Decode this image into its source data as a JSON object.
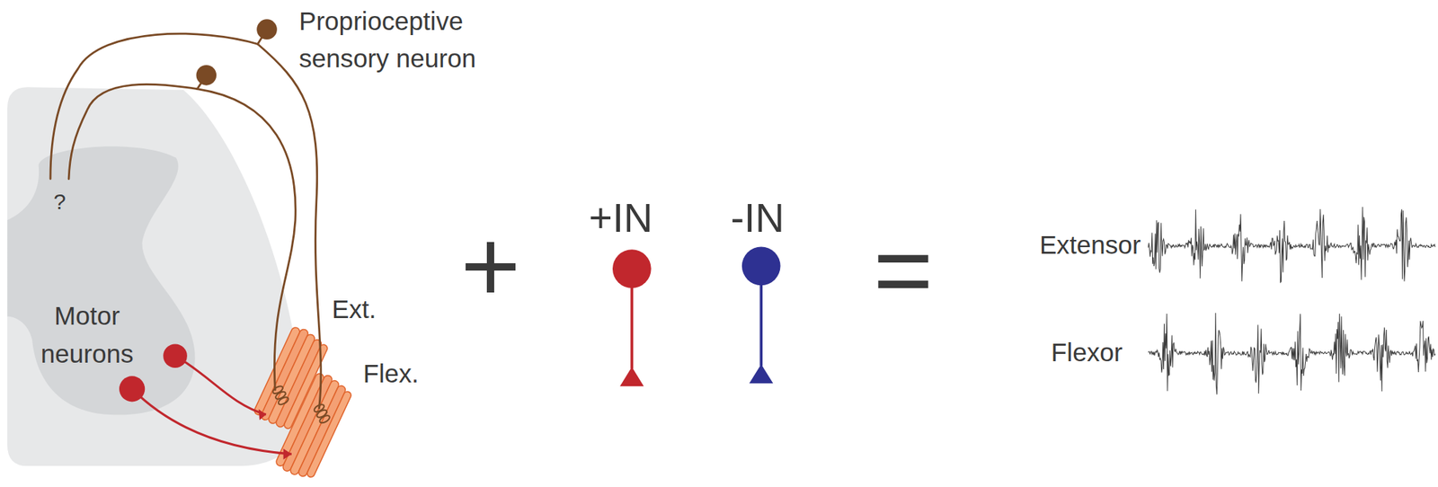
{
  "diagram": {
    "labels": [
      "Proprioceptive sensory neuron",
      "?",
      "Motor neurons",
      "Ext.",
      "Flex.",
      "+",
      "+IN",
      "-IN",
      "=",
      "Extensor",
      "Flexor"
    ]
  }
}
